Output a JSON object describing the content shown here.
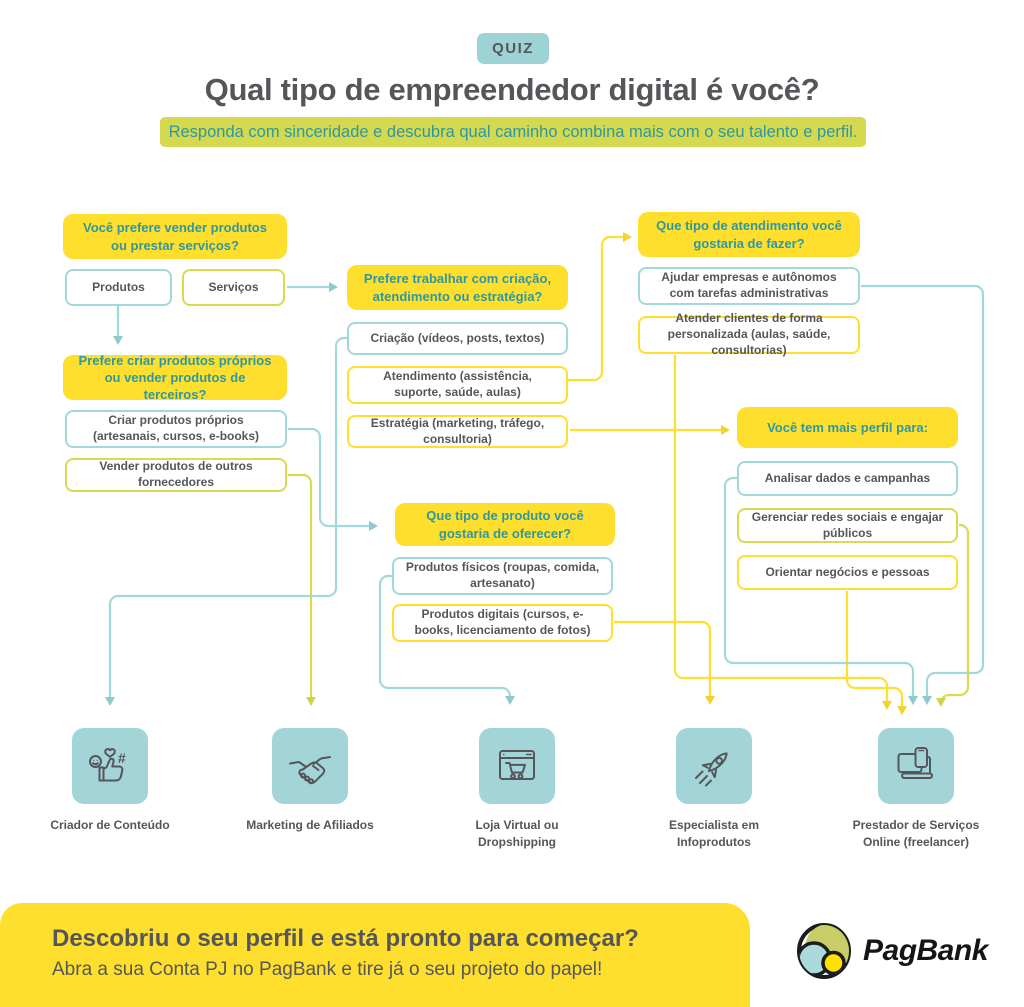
{
  "header": {
    "badge": "QUIZ",
    "title": "Qual tipo de empreendedor digital é você?",
    "subtitle": "Responda com sinceridade e descubra qual caminho combina mais com o seu talento e perfil."
  },
  "flow": {
    "questions": {
      "vender_ou_servicos": "Você prefere vender produtos ou prestar serviços?",
      "proprios_ou_terceiros": "Prefere criar produtos próprios ou vender produtos de terceiros?",
      "criacao_atendimento_estrategia": "Prefere trabalhar com criação, atendimento ou estratégia?",
      "tipo_atendimento": "Que tipo de atendimento você gostaria de fazer?",
      "mais_perfil": "Você tem mais perfil para:",
      "tipo_produto": "Que tipo de produto você gostaria de oferecer?"
    },
    "answers": {
      "produtos": "Produtos",
      "servicos": "Serviços",
      "criar_proprios": "Criar produtos próprios (artesanais, cursos, e-books)",
      "vender_fornecedores": "Vender produtos de outros fornecedores",
      "criacao": "Criação (vídeos, posts, textos)",
      "atendimento": "Atendimento (assistência, suporte, saúde, aulas)",
      "estrategia": "Estratégia (marketing, tráfego, consultoria)",
      "ajudar_empresas": "Ajudar empresas e autônomos com tarefas administrativas",
      "atender_clientes": "Atender clientes de forma personalizada (aulas, saúde, consultorias)",
      "analisar_dados": "Analisar dados e campanhas",
      "gerenciar_redes": "Gerenciar redes sociais e engajar públicos",
      "orientar_negocios": "Orientar negócios e pessoas",
      "produtos_fisicos": "Produtos físicos (roupas, comida, artesanato)",
      "produtos_digitais": "Produtos digitais (cursos, e-books, licenciamento de fotos)"
    },
    "edges": [
      {
        "from": "produtos",
        "to": "proprios_ou_terceiros",
        "color": "teal"
      },
      {
        "from": "servicos",
        "to": "criacao_atendimento_estrategia",
        "color": "teal"
      },
      {
        "from": "criar_proprios",
        "to": "tipo_produto",
        "color": "teal"
      },
      {
        "from": "vender_fornecedores",
        "to": "Marketing de Afiliados",
        "color": "olive"
      },
      {
        "from": "criacao",
        "to": "Criador de Conteúdo",
        "color": "teal"
      },
      {
        "from": "atendimento",
        "to": "tipo_atendimento",
        "color": "yellow"
      },
      {
        "from": "estrategia",
        "to": "mais_perfil",
        "color": "yellow"
      },
      {
        "from": "ajudar_empresas",
        "to": "Prestador de Serviços Online (freelancer)",
        "color": "teal"
      },
      {
        "from": "atender_clientes",
        "to": "Prestador de Serviços Online (freelancer)",
        "color": "yellow"
      },
      {
        "from": "analisar_dados",
        "to": "Prestador de Serviços Online (freelancer)",
        "color": "teal"
      },
      {
        "from": "gerenciar_redes",
        "to": "Prestador de Serviços Online (freelancer)",
        "color": "olive"
      },
      {
        "from": "orientar_negocios",
        "to": "Prestador de Serviços Online (freelancer)",
        "color": "yellow"
      },
      {
        "from": "produtos_fisicos",
        "to": "Loja Virtual ou Dropshipping",
        "color": "teal"
      },
      {
        "from": "produtos_digitais",
        "to": "Especialista em Infoprodutos",
        "color": "yellow"
      }
    ]
  },
  "outcomes": [
    {
      "label": "Criador de Conteúdo",
      "icon": "content-creator-icon"
    },
    {
      "label": "Marketing de Afiliados",
      "icon": "handshake-icon"
    },
    {
      "label": "Loja Virtual ou Dropshipping",
      "icon": "online-store-icon"
    },
    {
      "label": "Especialista em Infoprodutos",
      "icon": "rocket-icon"
    },
    {
      "label": "Prestador de Serviços Online (freelancer)",
      "icon": "devices-icon"
    }
  ],
  "footer": {
    "title": "Descobriu o seu perfil e está pronto para começar?",
    "subtitle": "Abra a sua Conta PJ no PagBank e tire já o seu projeto do papel!",
    "brand": "PagBank"
  },
  "colors": {
    "yellow": "#FFDF2E",
    "olive": "#D6DB51",
    "teal_fill": "#A3D5D8",
    "teal_border": "#A3D8DB",
    "dark_text": "#55565A",
    "teal_text": "#2E97A2"
  }
}
